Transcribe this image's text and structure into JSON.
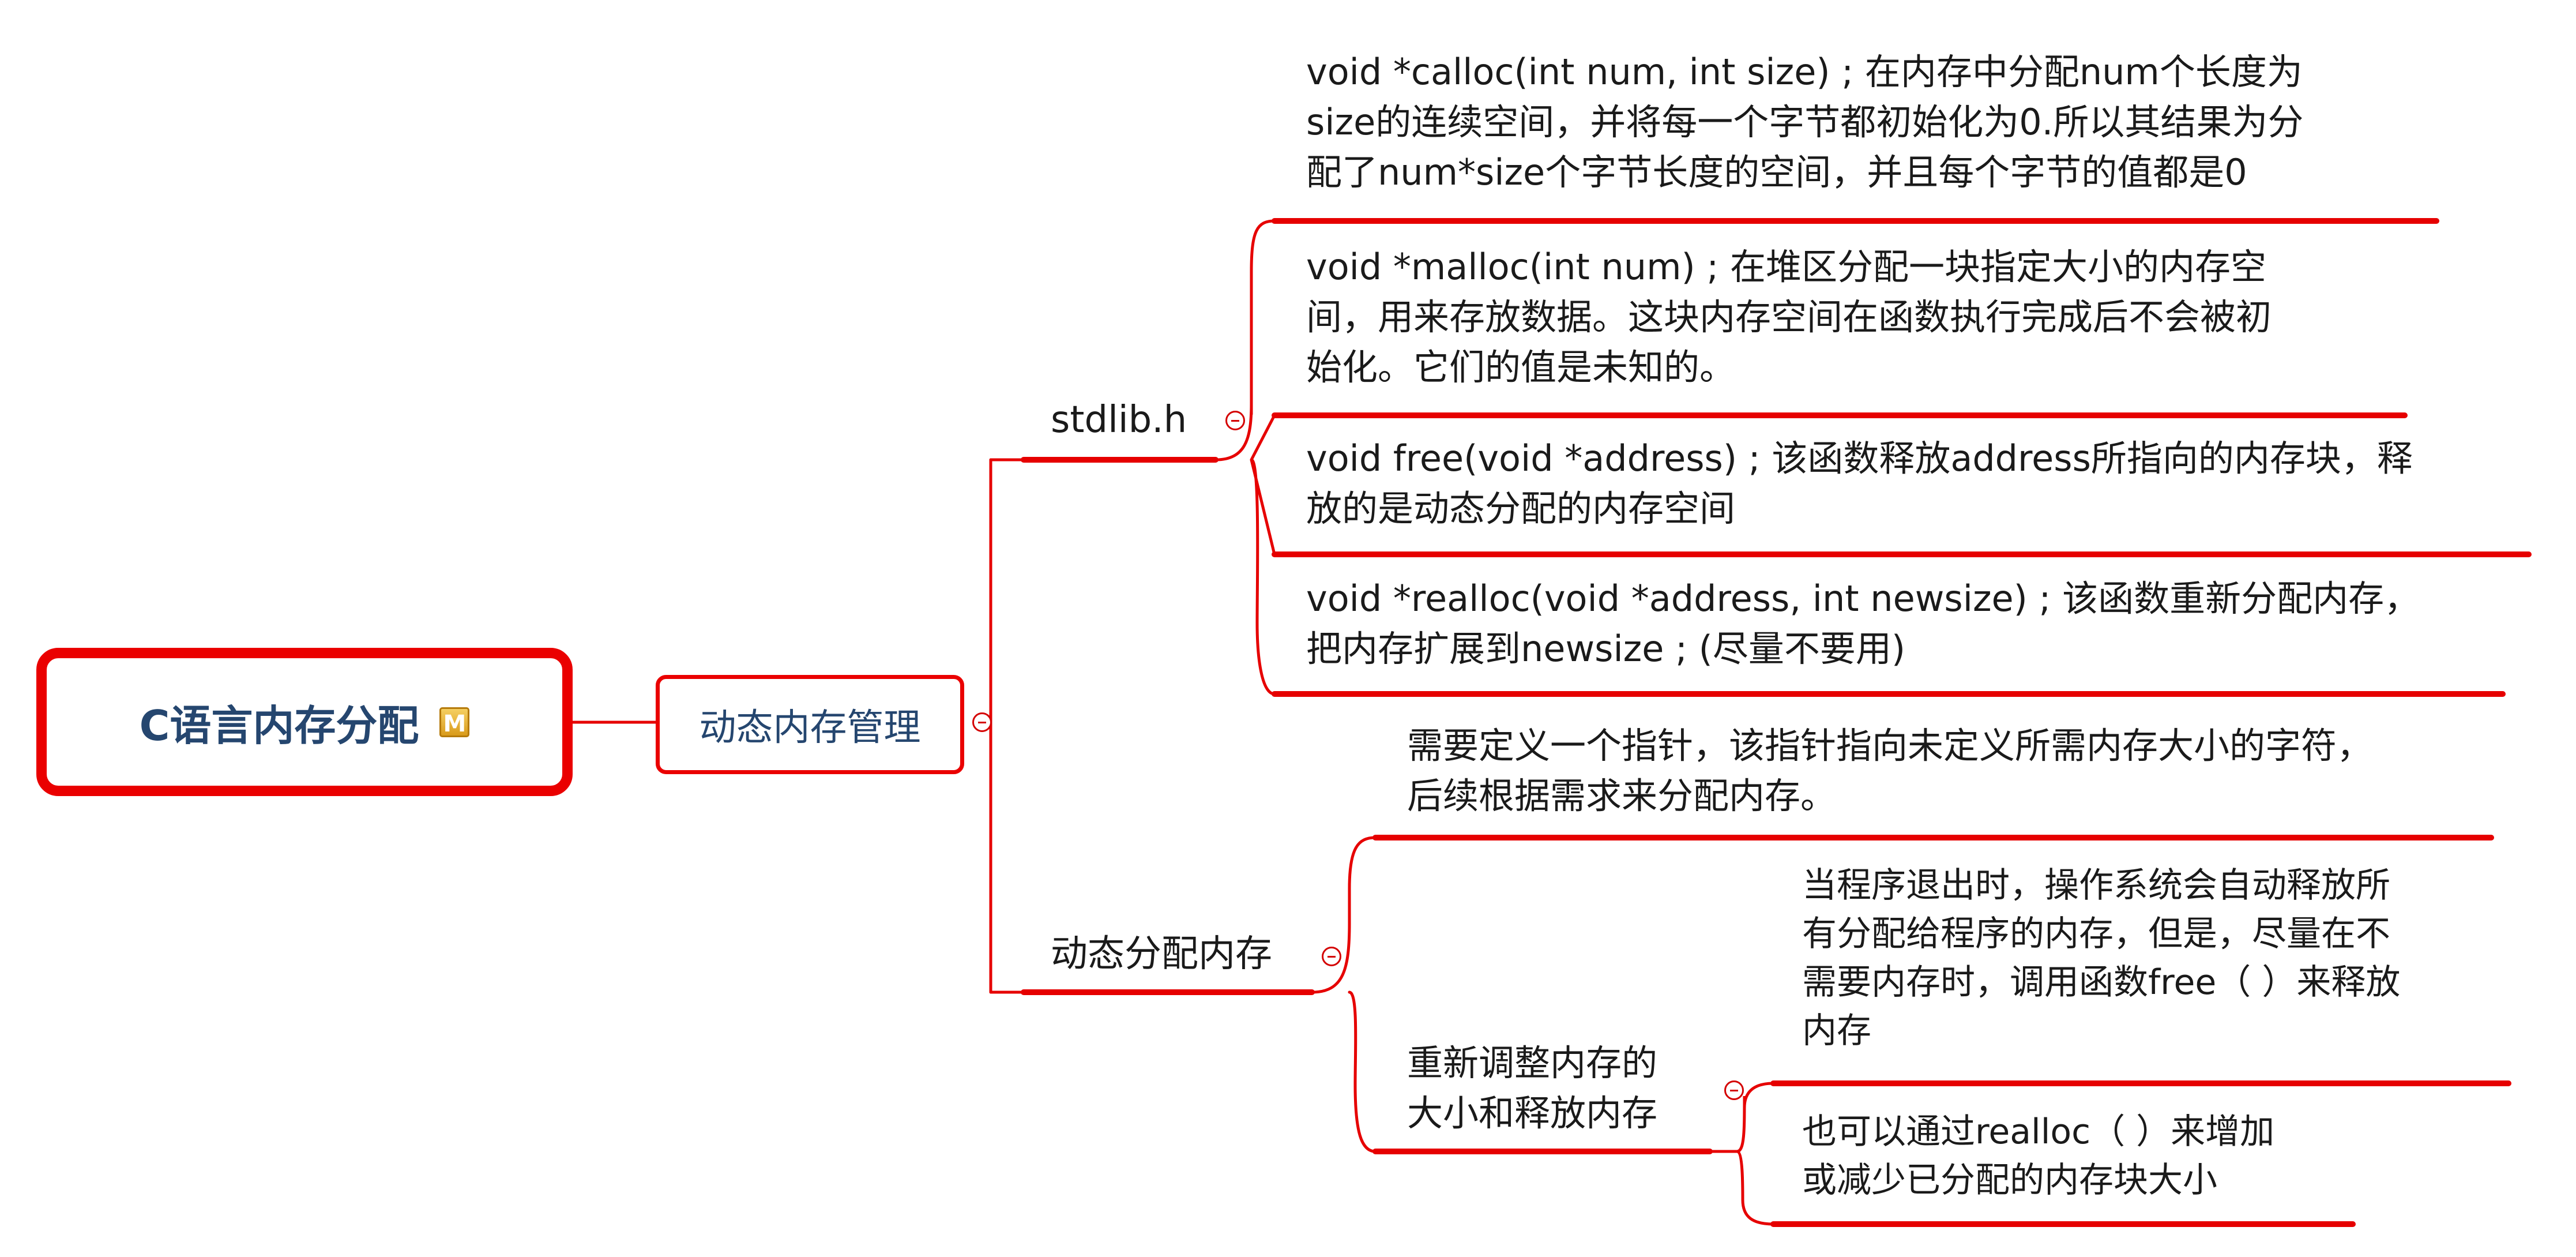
{
  "root": {
    "label": "C语言内存分配",
    "marker_icon": "M"
  },
  "main_topic": {
    "label": "动态内存管理"
  },
  "branches": {
    "stdlib": {
      "label": "stdlib.h",
      "items": [
        {
          "lines": [
            "void *calloc(int num, int size) ; 在内存中分配num个长度为",
            "size的连续空间，并将每一个字节都初始化为0.所以其结果为分",
            "配了num*size个字节长度的空间，并且每个字节的值都是0"
          ]
        },
        {
          "lines": [
            "void *malloc(int num) ; 在堆区分配一块指定大小的内存空",
            "间，用来存放数据。这块内存空间在函数执行完成后不会被初",
            " 始化。它们的值是未知的。"
          ]
        },
        {
          "lines": [
            "void free(void *address) ; 该函数释放address所指向的内存块，释",
            "放的是动态分配的内存空间"
          ]
        },
        {
          "lines": [
            "void *realloc(void *address, int newsize) ; 该函数重新分配内存，",
            "把内存扩展到newsize ; (尽量不要用)"
          ]
        }
      ]
    },
    "dynamic": {
      "label": "动态分配内存",
      "items": [
        {
          "lines": [
            "需要定义一个指针，该指针指向未定义所需内存大小的字符，",
            " 后续根据需求来分配内存。"
          ]
        }
      ],
      "resize": {
        "lines": [
          "重新调整内存的",
          "大小和释放内存"
        ],
        "items": [
          {
            "lines": [
              "当程序退出时，操作系统会自动释放所",
              "有分配给程序的内存，但是，尽量在不",
              "需要内存时，调用函数free（ ）来释放",
              "内存"
            ]
          },
          {
            "lines": [
              "也可以通过realloc（ ）来增加",
              "或减少已分配的内存块大小"
            ]
          }
        ]
      }
    }
  },
  "colors": {
    "line": "#e60000",
    "root_text": "#25466f",
    "text": "#1a1a1a"
  }
}
